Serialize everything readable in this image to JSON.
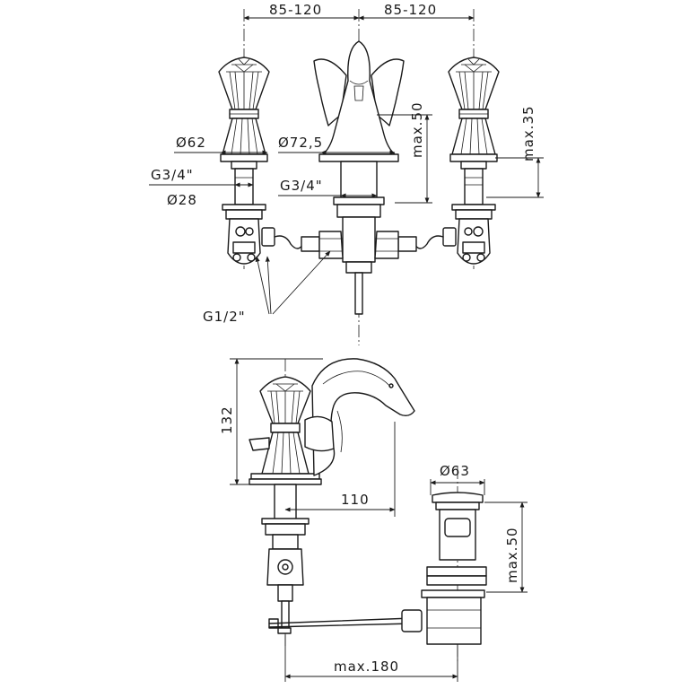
{
  "dimensions": {
    "spacing_left": "85-120",
    "spacing_right": "85-120",
    "handle_diameter": "Ø62",
    "spout_base_diameter": "Ø72,5",
    "handle_thread": "G3/4\"",
    "body_thread": "G3/4\"",
    "shank_diameter": "Ø28",
    "spout_height_max": "max.50",
    "handle_height_max": "max.35",
    "connection_thread": "G1/2\"",
    "overall_height": "132",
    "spout_reach": "110",
    "waste_diameter": "Ø63",
    "waste_height_max": "max.50",
    "rod_length_max": "max.180"
  }
}
